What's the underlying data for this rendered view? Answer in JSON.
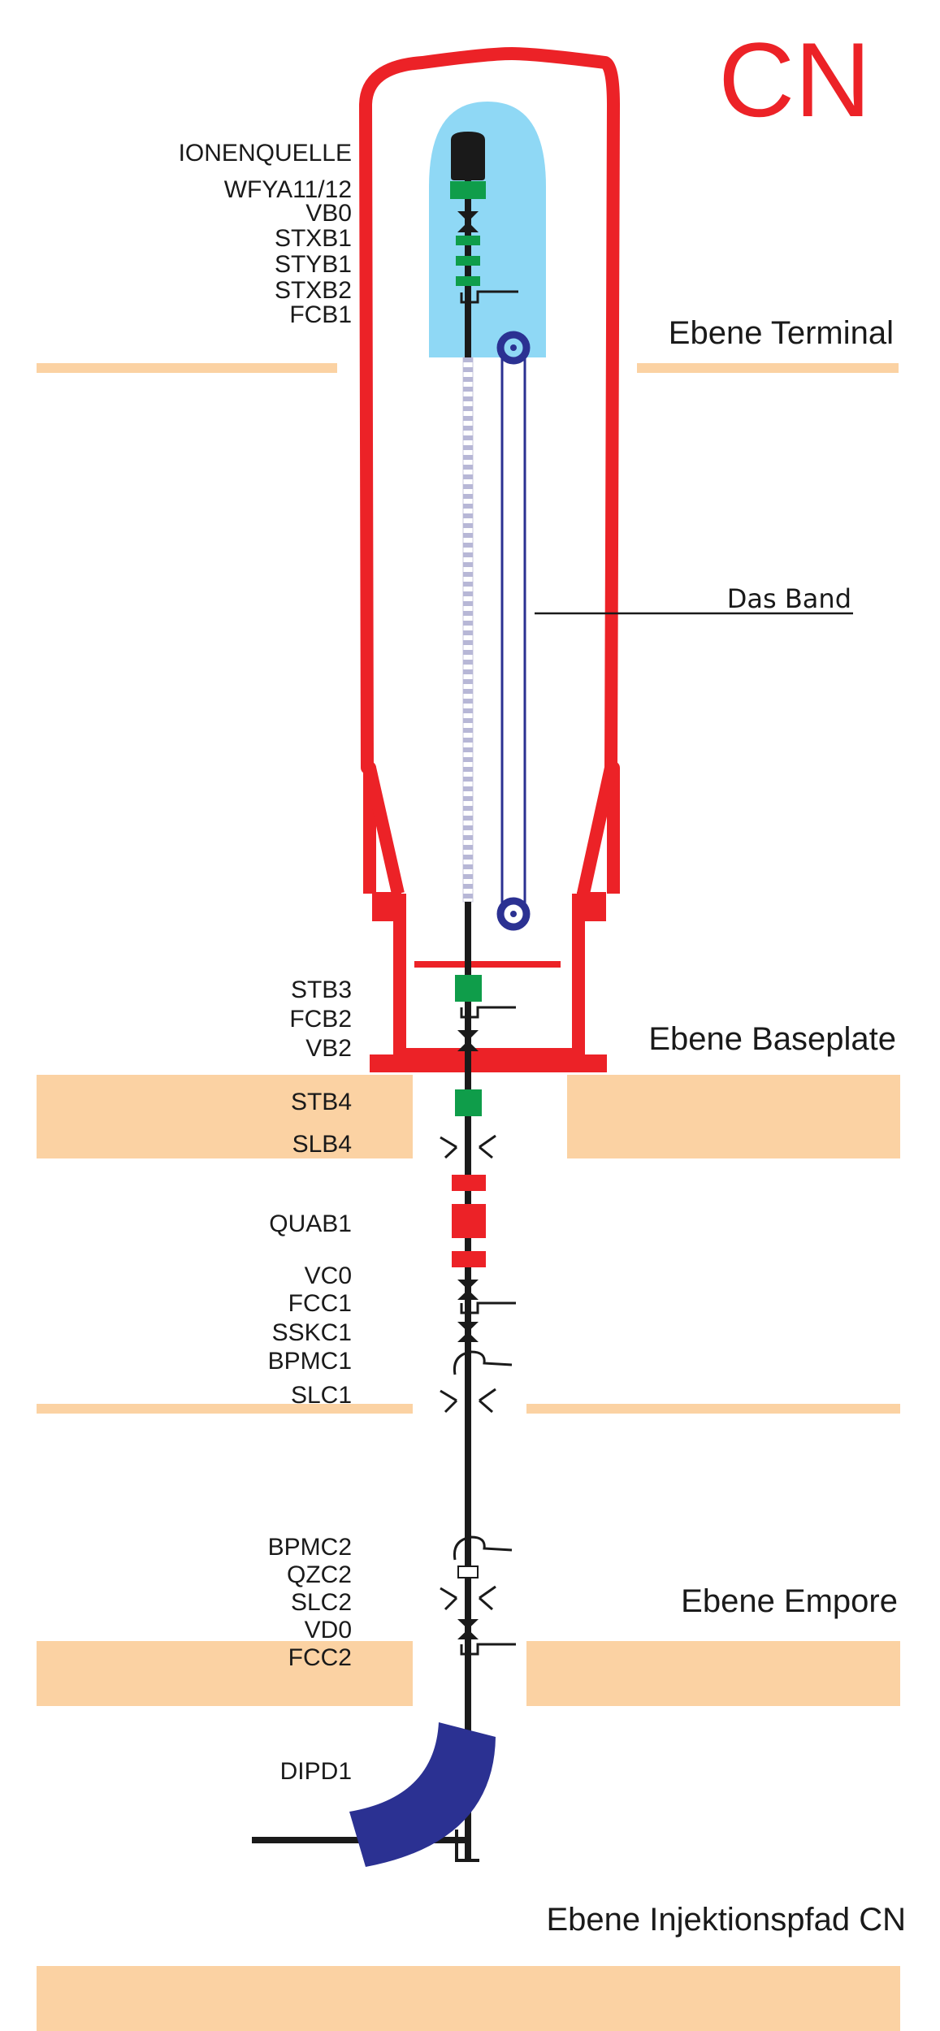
{
  "title": "CN",
  "colors": {
    "vessel": "#ec2227",
    "floor": "#fbd2a3",
    "beam": "#1a1a1a",
    "green": "#0f9d4a",
    "red": "#ec2227",
    "blue": "#2b3192",
    "terminal": "#8fd8f5"
  },
  "levels": {
    "terminal": "Ebene Terminal",
    "baseplate": "Ebene Baseplate",
    "empore": "Ebene Empore",
    "injection": "Ebene Injektionspfad CN"
  },
  "band_label": "Das Band",
  "labels": {
    "ion_source": "IONENQUELLE",
    "wfya": "WFYA11/12",
    "vb0": "VB0",
    "stxb1": "STXB1",
    "styb1": "STYB1",
    "stxb2": "STXB2",
    "fcb1": "FCB1",
    "stb3": "STB3",
    "fcb2": "FCB2",
    "vb2": "VB2",
    "stb4": "STB4",
    "slb4": "SLB4",
    "quab1": "QUAB1",
    "vc0": "VC0",
    "fcc1": "FCC1",
    "sskc1": "SSKC1",
    "bpmc1": "BPMC1",
    "slc1": "SLC1",
    "bpmc2": "BPMC2",
    "qzc2": "QZC2",
    "slc2": "SLC2",
    "vd0": "VD0",
    "fcc2": "FCC2",
    "dipd1": "DIPD1"
  }
}
